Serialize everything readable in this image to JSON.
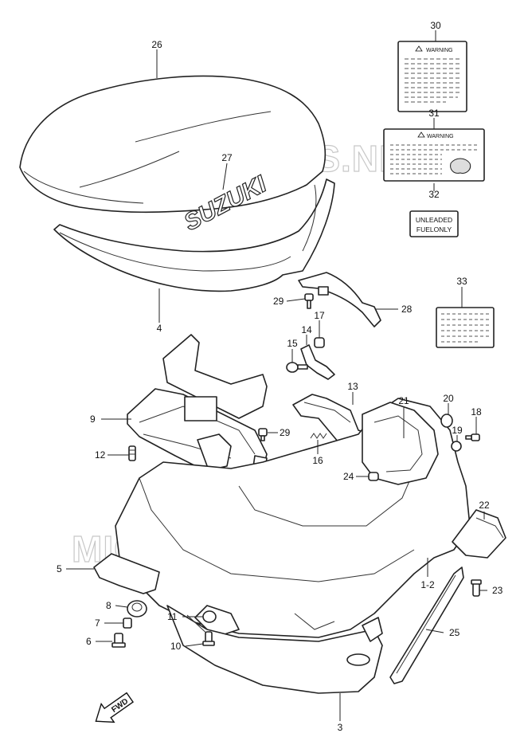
{
  "watermark": "MICROFICHES.NET",
  "labels": {
    "l26": "26",
    "l27": "27",
    "l4": "4",
    "l30": "30",
    "l31": "31",
    "l32": "32",
    "l33": "33",
    "l28": "28",
    "l29a": "29",
    "l17": "17",
    "l14": "14",
    "l15": "15",
    "l9": "9",
    "l12": "12",
    "l29b": "29",
    "l16": "16",
    "l13": "13",
    "l21": "21",
    "l20": "20",
    "l18": "18",
    "l19": "19",
    "l24": "24",
    "l22": "22",
    "l5": "5",
    "l1_2": "1-2",
    "l23": "23",
    "l8": "8",
    "l7": "7",
    "l6": "6",
    "l11": "11",
    "l10": "10",
    "l25": "25",
    "l3": "3"
  },
  "decals": {
    "brand": "SUZUKI",
    "warning_30": "WARNING",
    "warning_31": "WARNING",
    "fuel_line1": "UNLEADED",
    "fuel_line2": "FUELONLY"
  },
  "fwd": "FWD"
}
